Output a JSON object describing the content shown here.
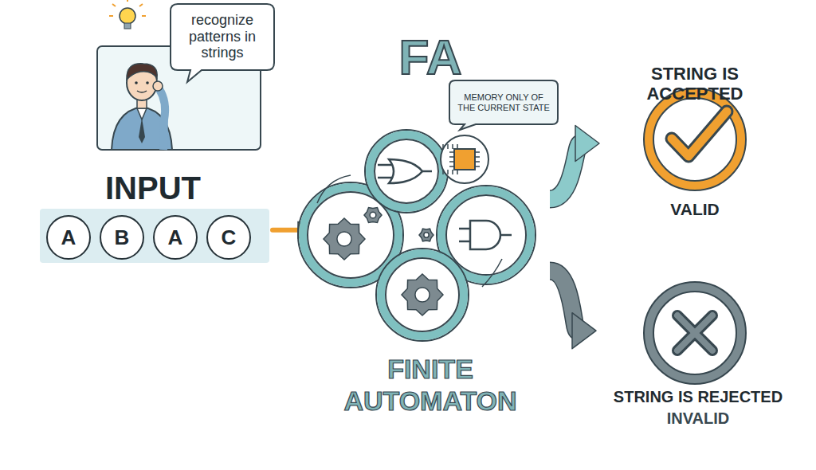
{
  "diagram": {
    "nodes": [
      {
        "text": [
          "recognize patterns in strings"
        ]
      },
      {
        "text": [
          "INPUT"
        ]
      },
      {
        "text": [
          "A"
        ],
        "in": 1
      },
      {
        "text": [
          "B"
        ],
        "in": 1
      },
      {
        "text": [
          "A"
        ],
        "in": 1
      },
      {
        "text": [
          "C"
        ],
        "in": 1
      },
      {
        "text": [
          "FA",
          "FINITE AUTOMATON"
        ]
      },
      {
        "text": [
          "MEMORY ONLY OF THE CURRENT STATE"
        ]
      },
      {
        "text": [
          "STRING IS ACCEPTED",
          "VALID"
        ]
      },
      {
        "text": [
          "STRING IS REJECTED",
          "INVALID"
        ]
      }
    ],
    "edges": [
      {
        "from": 1,
        "to": 6,
        "arrow": "to"
      },
      {
        "from": 6,
        "to": 8,
        "arrow": "to"
      },
      {
        "from": 6,
        "to": 9,
        "arrow": "to"
      }
    ]
  }
}
